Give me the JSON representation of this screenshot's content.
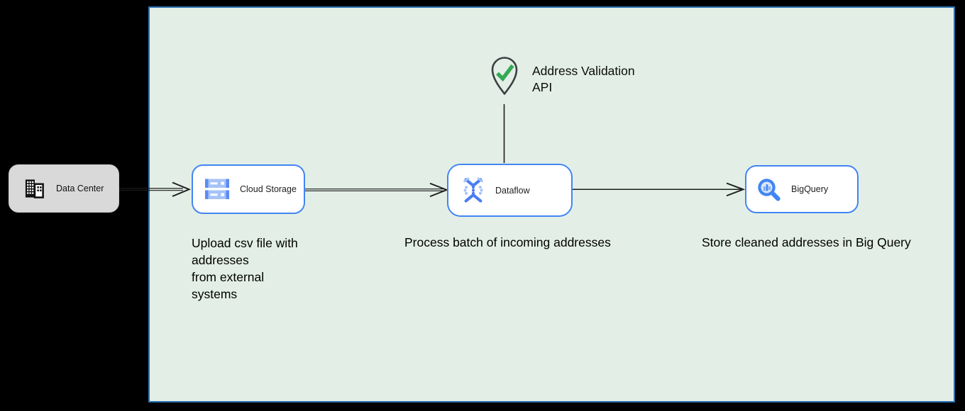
{
  "zone": {
    "name": "google-cloud-zone"
  },
  "nodes": {
    "data_center": {
      "label": "Data Center",
      "icon": "building-icon"
    },
    "cloud_storage": {
      "label": "Cloud Storage",
      "icon": "cloud-storage-icon"
    },
    "dataflow": {
      "label": "Dataflow",
      "icon": "dataflow-icon"
    },
    "bigquery": {
      "label": "BigQuery",
      "icon": "bigquery-icon"
    }
  },
  "api_annotation": {
    "label": "Address Validation\nAPI",
    "icon": "map-pin-check-icon"
  },
  "captions": {
    "cloud_storage": "Upload csv file with\naddresses\nfrom external\nsystems",
    "dataflow": "Process batch of incoming addresses",
    "bigquery": "Store cleaned addresses in Big Query"
  },
  "connectors": [
    {
      "from": "data_center",
      "to": "cloud_storage",
      "style": "double-line-open-arrow"
    },
    {
      "from": "cloud_storage",
      "to": "dataflow",
      "style": "double-line-open-arrow"
    },
    {
      "from": "dataflow",
      "to": "bigquery",
      "style": "line-open-arrow"
    },
    {
      "from": "address_validation_api",
      "to": "dataflow",
      "style": "line"
    }
  ],
  "colors": {
    "page_background": "#000000",
    "zone_fill": "#e3efe6",
    "zone_border": "#2d72b3",
    "node_border": "#4285f4",
    "node_fill": "#ffffff",
    "data_center_fill": "#d9d9d9",
    "connector": "#1c1c1c",
    "pin_outline": "#3c4043",
    "check_green": "#34a853",
    "icon_blue": "#4285f4",
    "icon_blue_light": "#a6c3f8",
    "text": "#000000"
  }
}
